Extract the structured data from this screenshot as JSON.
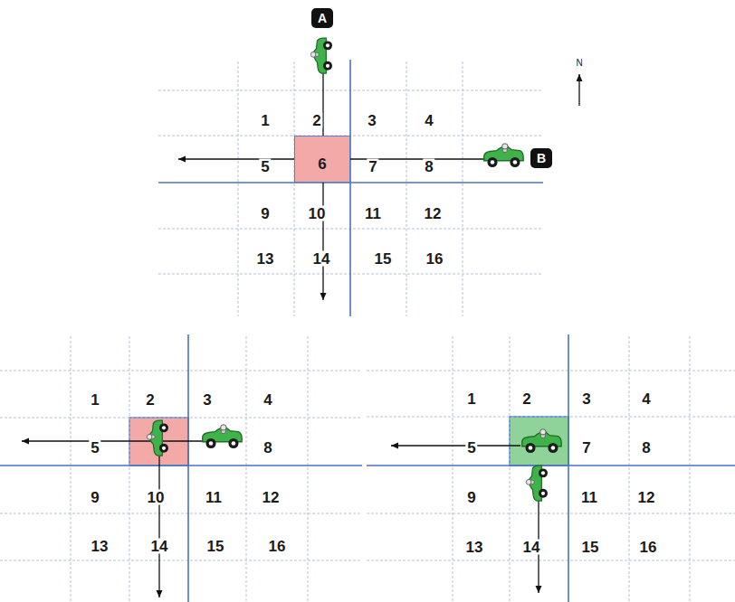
{
  "diagram": {
    "nodes": [
      {
        "text": [
          "A"
        ]
      },
      {
        "text": [
          "6"
        ]
      },
      {
        "text": [
          "B"
        ]
      }
    ],
    "labels": [
      "N",
      "1",
      "2",
      "3",
      "4",
      "5",
      "7",
      "8",
      "9",
      "10",
      "11",
      "12",
      "13",
      "14",
      "15",
      "16",
      "1",
      "2",
      "3",
      "4",
      "5",
      "8",
      "9",
      "10",
      "11",
      "12",
      "13",
      "14",
      "15",
      "16",
      "1",
      "2",
      "3",
      "4",
      "5",
      "7",
      "8",
      "9",
      "11",
      "12",
      "13",
      "14",
      "15",
      "16"
    ]
  }
}
